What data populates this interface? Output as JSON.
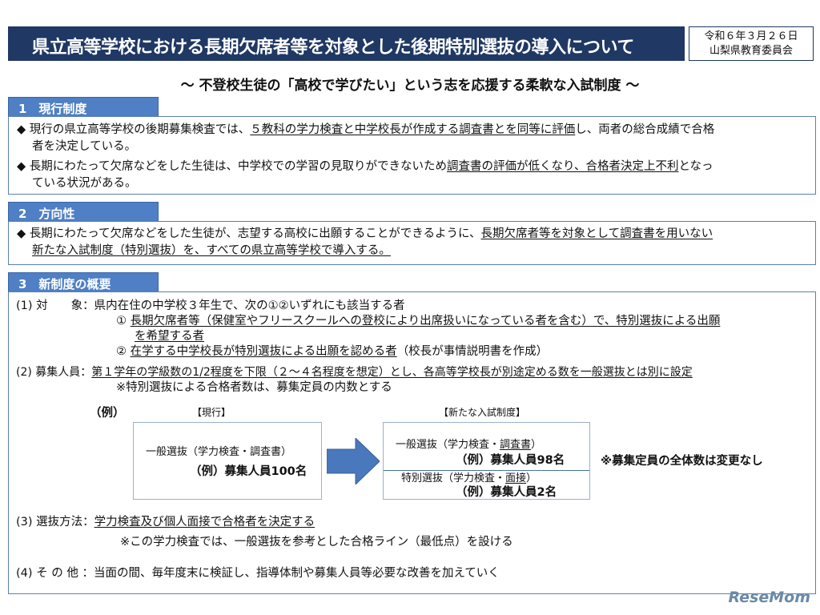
{
  "header": {
    "title": "県立高等学校における長期欠席者等を対象とした後期特別選抜の導入について",
    "date": "令和６年３月２６日",
    "issuer": "山梨県教育委員会"
  },
  "subtitle": "～ 不登校生徒の「高校で学びたい」という志を応援する柔軟な入試制度 ～",
  "sections": [
    {
      "heading": "1　現行制度",
      "bullets": [
        {
          "pre": "現行の県立高等学校の後期募集検査では、",
          "u": "５教科の学力検査と中学校長が作成する調査書とを同等に評価",
          "post": "し、両者の総合成績で合格",
          "cont": "者を決定している。"
        },
        {
          "pre": "長期にわたって欠席などをした生徒は、中学校での学習の見取りができないため",
          "u": "調査書の評価が低くなり、合格者決定上不利",
          "post": "となっ",
          "cont": "ている状況がある。"
        }
      ]
    },
    {
      "heading": "2　方向性",
      "bullets": [
        {
          "pre": "長期にわたって欠席などをした生徒が、志望する高校に出願することができるように、",
          "u": "長期欠席者等を対象として調査書を用いない",
          "u2": "新たな入試制度（特別選抜）を、すべての県立高等学校で導入する。"
        }
      ]
    },
    {
      "heading": "3　新制度の概要",
      "items": {
        "target_label": "(1) 対　　象：",
        "target": "県内在住の中学校３年生で、次の①②いずれにも該当する者",
        "c1_num": "①",
        "c1_u": "長期欠席者等（保健室やフリースクールへの登校により出席扱いになっている者を含む）で、特別選抜による出願",
        "c1_u2": "を希望する者",
        "c2_num": "②",
        "c2_u": "在学する中学校長が特別選抜による出願を認める者",
        "c2_post": "（校長が事情説明書を作成）",
        "quota_label": "(2) 募集人員：",
        "quota": "第１学年の学級数の1/2程度を下限（２～４名程度を想定）とし、各高等学校長が別途定める数を一般選抜とは別に設定",
        "quota_note": "※特別選抜による合格者数は、募集定員の内数とする",
        "method_label": "(3) 選抜方法：",
        "method": "学力検査及び個人面接で合格者を決定する",
        "method_note": "※この学力検査では、一般選抜を参考とした合格ライン（最低点）を設ける",
        "other_label": "(4) そ の 他 ：",
        "other": "当面の間、毎年度末に検証し、指導体制や募集人員等必要な改善を加えていく"
      },
      "example": {
        "label": "（例）",
        "current_title": "【現行】",
        "current_line1": "一般選抜（学力検査・調査書）",
        "current_line2": "（例）募集人員100名",
        "new_title": "【新たな入試制度】",
        "new_g1": "一般選抜（学力検査・",
        "new_g1u": "調査書",
        "new_g1c": "）",
        "new_g2": "（例）募集人員98名",
        "new_s1": "特別選抜（学力検査・",
        "new_s1u": "面接",
        "new_s1c": "）",
        "new_s2": "（例）募集人員2名",
        "note": "※募集定員の全体数は変更なし"
      }
    }
  ],
  "watermark": "ReseMom"
}
